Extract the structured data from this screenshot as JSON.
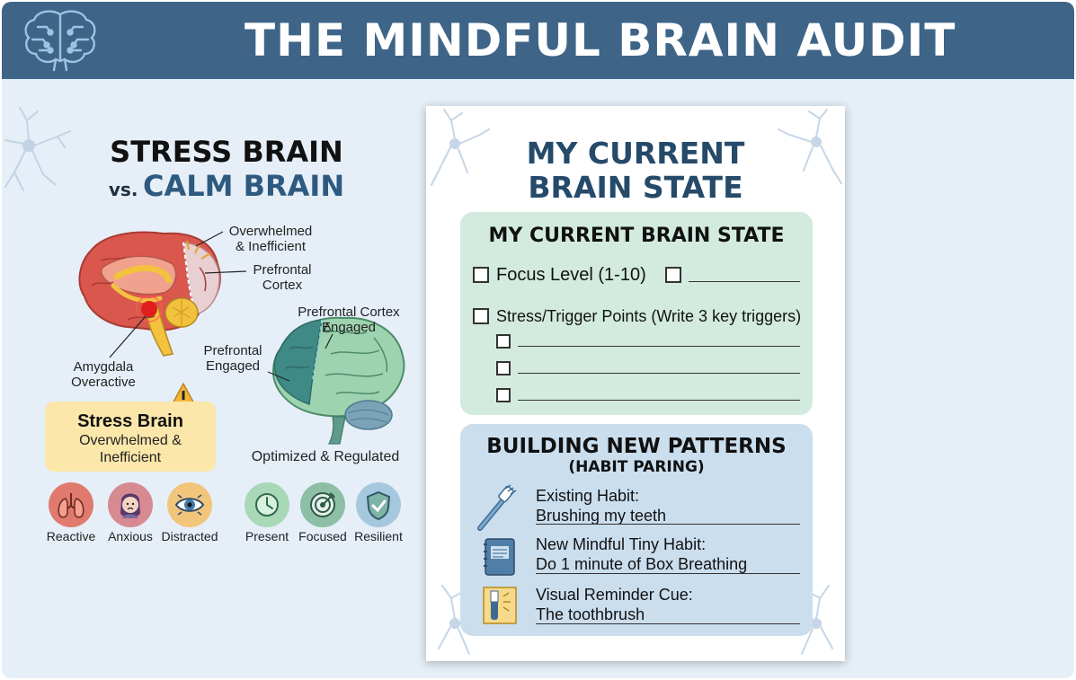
{
  "header": {
    "title": "THE MINDFUL BRAIN AUDIT",
    "icon": "brain-circuit-icon",
    "background": "#3e6488"
  },
  "comparison": {
    "title_line1": "STRESS BRAIN",
    "title_vs": "vs.",
    "title_calm": "CALM BRAIN",
    "stress_labels": {
      "overwhelmed": "Overwhelmed\n& Inefficient",
      "prefrontal": "Prefrontal\nCortex",
      "amygdala": "Amygdala\nOveractive"
    },
    "calm_labels": {
      "cortex_engaged": "Prefrontal Cortex\nEngaged",
      "prefrontal_engaged": "Prefrontal\nEngaged",
      "optimized": "Optimized & Regulated"
    },
    "stress_box": {
      "title": "Stress Brain",
      "subtitle": "Overwhelmed &\nInefficient"
    },
    "stress_traits": [
      {
        "label": "Reactive",
        "icon": "lungs-icon",
        "color": "#e07a6e"
      },
      {
        "label": "Anxious",
        "icon": "anxious-face-icon",
        "color": "#d88a92"
      },
      {
        "label": "Distracted",
        "icon": "eye-icon",
        "color": "#f2c67a"
      }
    ],
    "calm_traits": [
      {
        "label": "Present",
        "icon": "clock-icon",
        "color": "#a9d8b8"
      },
      {
        "label": "Focused",
        "icon": "target-icon",
        "color": "#8cbfa6"
      },
      {
        "label": "Resilient",
        "icon": "shield-check-icon",
        "color": "#a6c8de"
      }
    ]
  },
  "worksheet": {
    "title": "MY CURRENT\nBRAIN STATE",
    "state_section": {
      "heading": "MY CURRENT BRAIN STATE",
      "focus_label": "Focus Level (1-10)",
      "triggers_label": "Stress/Trigger Points (Write 3 key triggers)",
      "trigger_count": 3
    },
    "patterns_section": {
      "heading": "BUILDING NEW PATTERNS",
      "subheading": "(HABIT PARING)",
      "habits": [
        {
          "label": "Existing Habit:",
          "value": "Brushing my teeth",
          "icon": "toothbrush-icon"
        },
        {
          "label": "New Mindful Tiny Habit:",
          "value": "Do 1 minute of Box Breathing",
          "icon": "notebook-icon"
        },
        {
          "label": "Visual Reminder Cue:",
          "value": "The toothbrush",
          "icon": "toothbrush-cue-icon"
        }
      ]
    }
  },
  "colors": {
    "frame_bg": "#e6eff8",
    "title_blue": "#254a6a",
    "green_panel": "#d3ebdf",
    "blue_panel": "#cbdeee",
    "stress_box": "#fbe7aa"
  }
}
